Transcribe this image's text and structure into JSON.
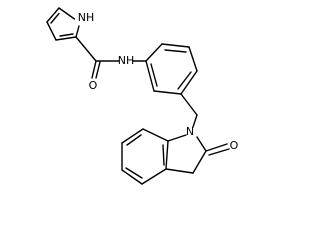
{
  "structure": {
    "atom_labels": {
      "pyrrole_nh": "NH",
      "amide_nh": "NH",
      "amide_o": "O",
      "lactam_o": "O",
      "indolinone_n": "N"
    },
    "colors": {
      "bond": "#000000",
      "text": "#000000",
      "background": "#ffffff"
    }
  }
}
